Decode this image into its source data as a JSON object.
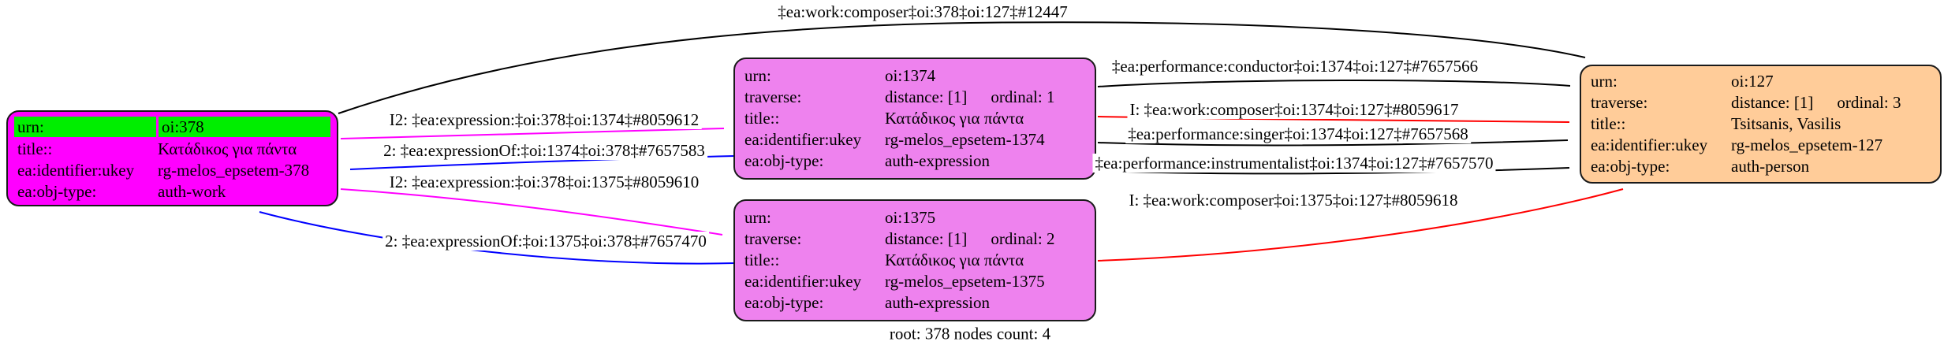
{
  "caption": "root: 378 nodes count: 4",
  "colors": {
    "node_work_fill": "#ff00ff",
    "node_work_header": "#00ee00",
    "node_expression_fill": "#ee82ee",
    "node_person_fill": "#ffcc99",
    "edge_black": "#000000",
    "edge_magenta": "#ff00ff",
    "edge_blue": "#0000ff",
    "edge_red": "#ff0000"
  },
  "nodes": {
    "work_378": {
      "rows": [
        {
          "key": "urn:",
          "value": "oi:378"
        },
        {
          "key": "title::",
          "value": "Κατάδικος για πάντα"
        },
        {
          "key": "ea:identifier:ukey",
          "value": "rg-melos_epsetem-378"
        },
        {
          "key": "ea:obj-type:",
          "value": "auth-work"
        }
      ]
    },
    "expression_1374": {
      "rows": [
        {
          "key": "urn:",
          "value": "oi:1374"
        },
        {
          "key": "traverse:",
          "value": "distance: [1]",
          "value2": "ordinal: 1"
        },
        {
          "key": "title::",
          "value": "Κατάδικος για πάντα"
        },
        {
          "key": "ea:identifier:ukey",
          "value": "rg-melos_epsetem-1374"
        },
        {
          "key": "ea:obj-type:",
          "value": "auth-expression"
        }
      ]
    },
    "expression_1375": {
      "rows": [
        {
          "key": "urn:",
          "value": "oi:1375"
        },
        {
          "key": "traverse:",
          "value": "distance: [1]",
          "value2": "ordinal: 2"
        },
        {
          "key": "title::",
          "value": "Κατάδικος για πάντα"
        },
        {
          "key": "ea:identifier:ukey",
          "value": "rg-melos_epsetem-1375"
        },
        {
          "key": "ea:obj-type:",
          "value": "auth-expression"
        }
      ]
    },
    "person_127": {
      "rows": [
        {
          "key": "urn:",
          "value": "oi:127"
        },
        {
          "key": "traverse:",
          "value": "distance: [1]",
          "value2": "ordinal: 3"
        },
        {
          "key": "title::",
          "value": "Tsitsanis, Vasilis"
        },
        {
          "key": "ea:identifier:ukey",
          "value": "rg-melos_epsetem-127"
        },
        {
          "key": "ea:obj-type:",
          "value": "auth-person"
        }
      ]
    }
  },
  "edges": {
    "work_composer_378_127": {
      "label": "‡ea:work:composer‡oi:378‡oi:127‡#12447",
      "color": "black"
    },
    "expression_378_1374": {
      "label": "I2: ‡ea:expression:‡oi:378‡oi:1374‡#8059612",
      "color": "magenta"
    },
    "expressionOf_1374_378": {
      "label": "2: ‡ea:expressionOf:‡oi:1374‡oi:378‡#7657583",
      "color": "blue"
    },
    "expression_378_1375": {
      "label": "I2: ‡ea:expression:‡oi:378‡oi:1375‡#8059610",
      "color": "magenta"
    },
    "expressionOf_1375_378": {
      "label": "2: ‡ea:expressionOf:‡oi:1375‡oi:378‡#7657470",
      "color": "blue"
    },
    "performance_conductor_1374_127": {
      "label": "‡ea:performance:conductor‡oi:1374‡oi:127‡#7657566",
      "color": "black"
    },
    "work_composer_1374_127": {
      "label": "I: ‡ea:work:composer‡oi:1374‡oi:127‡#8059617",
      "color": "red"
    },
    "performance_singer_1374_127": {
      "label": "‡ea:performance:singer‡oi:1374‡oi:127‡#7657568",
      "color": "black"
    },
    "performance_instrumentalist_1374_127": {
      "label": "‡ea:performance:instrumentalist‡oi:1374‡oi:127‡#7657570",
      "color": "black"
    },
    "work_composer_1375_127": {
      "label": "I: ‡ea:work:composer‡oi:1375‡oi:127‡#8059618",
      "color": "red"
    }
  }
}
